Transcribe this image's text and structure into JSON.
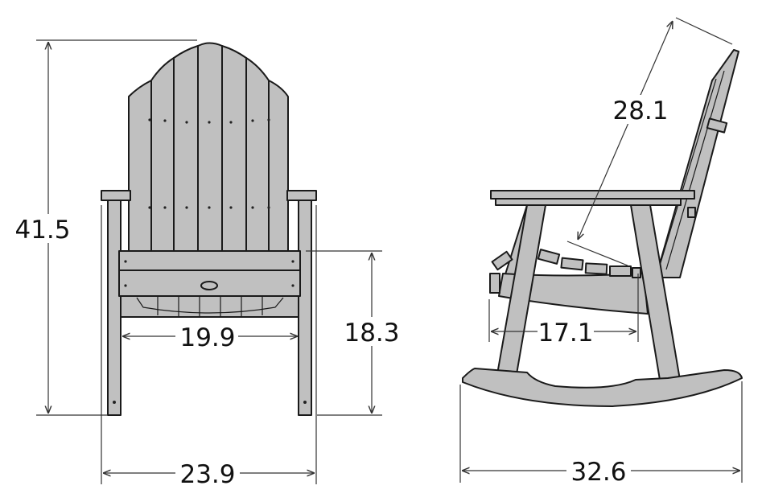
{
  "colors": {
    "part_fill": "#c0c0c0",
    "outline": "#1a1a1a",
    "background": "#ffffff"
  },
  "front_view": {
    "dimensions": {
      "overall_height": "41.5",
      "overall_width": "23.9",
      "seat_width": "19.9",
      "seat_height": "18.3"
    }
  },
  "side_view": {
    "dimensions": {
      "back_height": "28.1",
      "seat_depth": "17.1",
      "overall_depth": "32.6"
    }
  }
}
